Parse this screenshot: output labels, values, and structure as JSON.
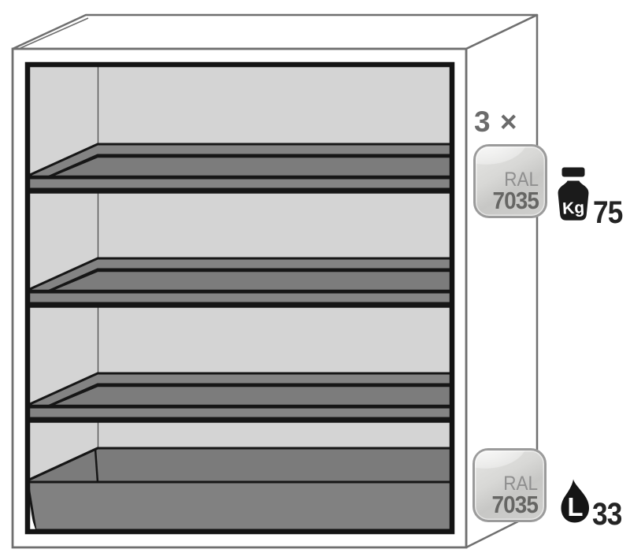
{
  "annotations": {
    "shelf_count": "3 ×",
    "shelf_color_swatch": {
      "label": "RAL",
      "code": "7035",
      "swatch_hex": "#cecccb"
    },
    "shelf_load_capacity": {
      "unit": "Kg",
      "value": "75"
    },
    "sump_color_swatch": {
      "label": "RAL",
      "code": "7035",
      "swatch_hex": "#cecccb"
    },
    "sump_volume": {
      "unit": "L",
      "value": "33"
    }
  },
  "colors": {
    "outline_gray": "#6f6f6f",
    "interior_wall_gray": "#d4d4d4",
    "shelf_gray": "#7d7d7d",
    "line_black": "#161616",
    "icon_black": "#1b1b1b",
    "label_gray": "#6b6b6b"
  }
}
